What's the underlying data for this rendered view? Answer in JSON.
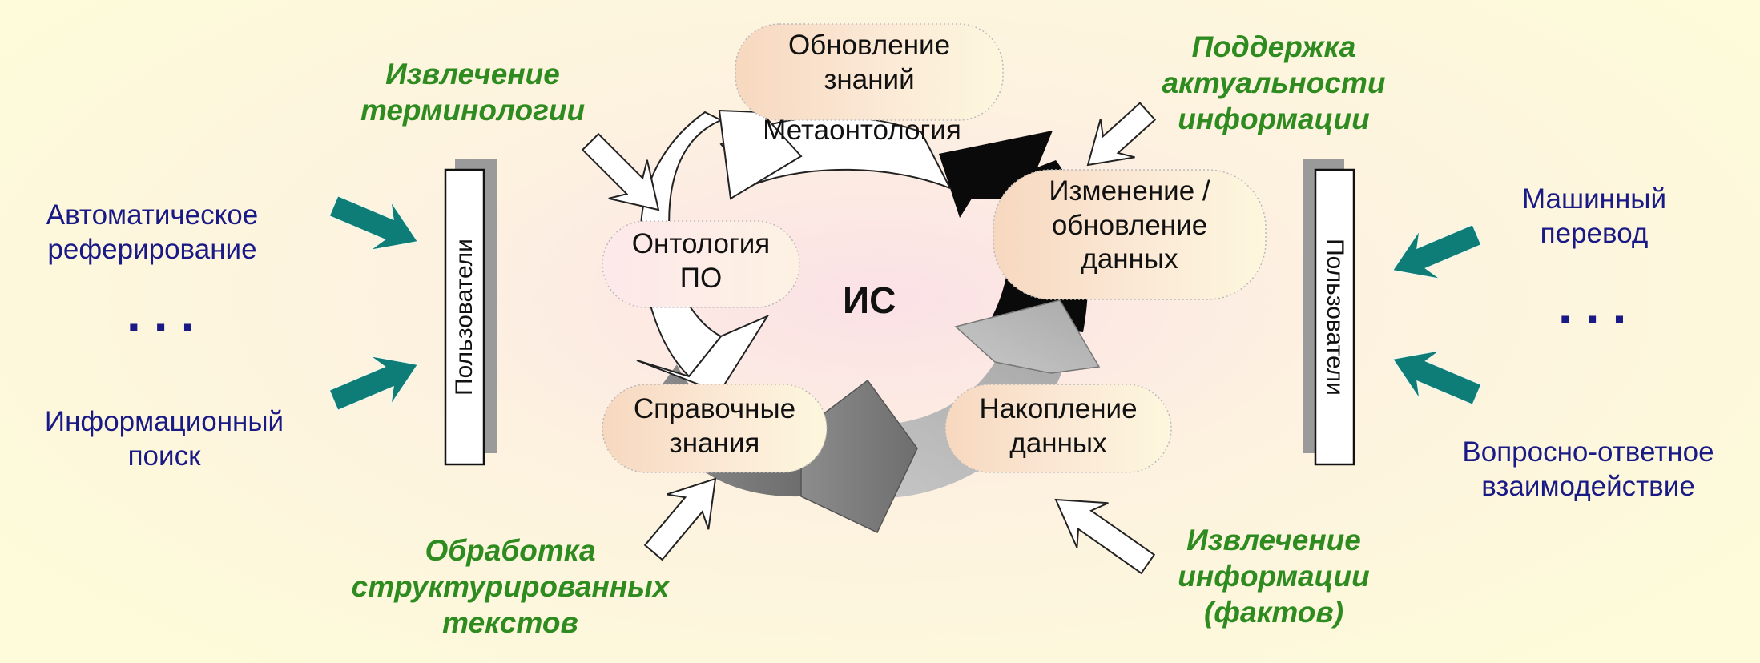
{
  "center": {
    "label": "ИС"
  },
  "cycle_nodes": {
    "knowledge_update": "Обновление\nзнаний",
    "metaontology": "Метаонтология",
    "change_data": "Изменение /\nобновление\nданных",
    "domain_ontology": "Онтология\nПО",
    "reference_knowledge": "Справочные\nзнания",
    "data_accumulation": "Накопление\nданных"
  },
  "processes": {
    "terminology_extraction": "Извлечение\nтерминологии",
    "information_actuality": "Поддержка\nактуальности\nинформации",
    "structured_text_processing": "Обработка\nструктурированных\nтекстов",
    "fact_extraction": "Извлечение\nинформации\n(фактов)"
  },
  "applications": {
    "auto_summarization": "Автоматическое\nреферирование",
    "information_retrieval": "Информационный\nпоиск",
    "machine_translation": "Машинный\nперевод",
    "question_answering": "Вопросно-ответное\nвзаимодействие",
    "ellipsis_left": "...",
    "ellipsis_right": "..."
  },
  "users": {
    "left_label": "Пользователи",
    "right_label": "Пользователи"
  },
  "colors": {
    "blue_text": "#1a1a86",
    "green_text": "#2e8b1f",
    "teal_arrow": "#0f7d77",
    "background_light": "#fdfbda",
    "background_center": "#fbe1e6"
  }
}
